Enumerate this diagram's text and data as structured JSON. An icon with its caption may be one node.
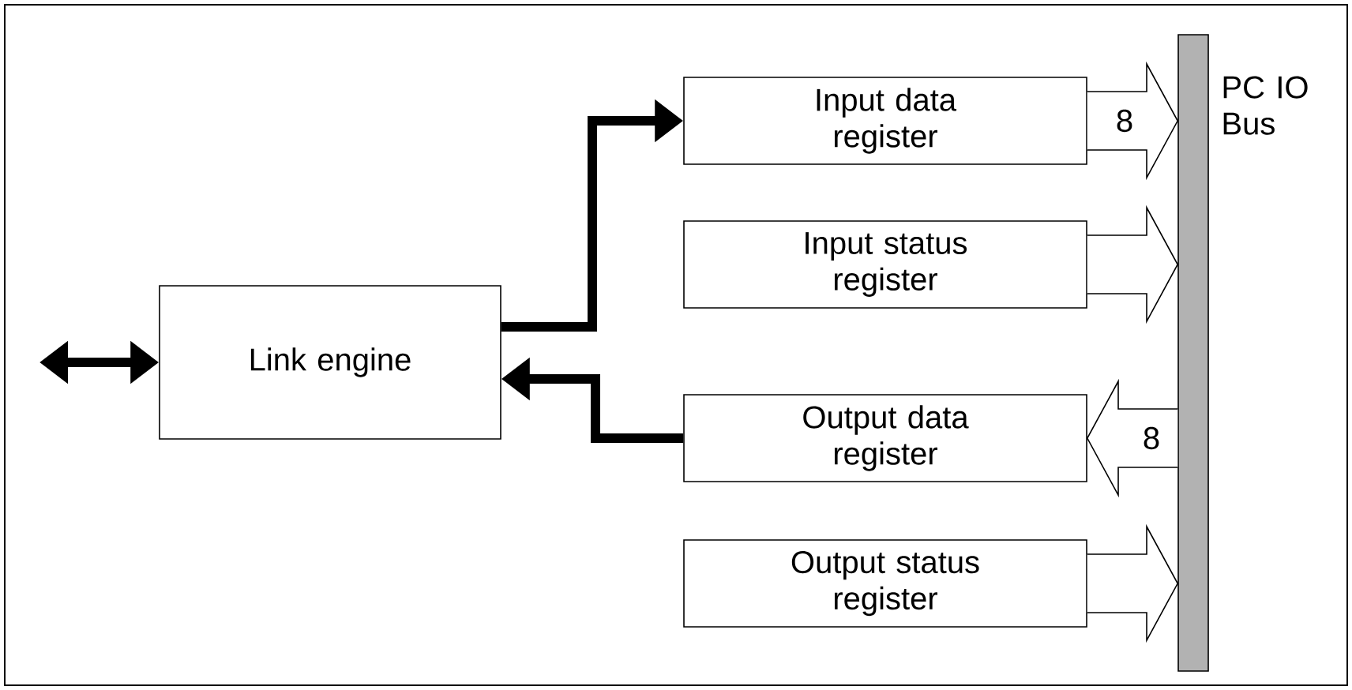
{
  "diagram": {
    "nodes": [
      {
        "text": [
          "Link engine"
        ]
      },
      {
        "text": [
          "Input data register"
        ]
      },
      {
        "text": [
          "Input status register"
        ]
      },
      {
        "text": [
          "Output data register"
        ]
      },
      {
        "text": [
          "Output status register"
        ]
      },
      {
        "text": [
          "PC IO Bus"
        ]
      }
    ],
    "edges": [
      {
        "from": null,
        "to": 0,
        "arrow": "both"
      },
      {
        "from": 0,
        "to": 1,
        "arrow": "to"
      },
      {
        "from": 3,
        "to": 0,
        "arrow": "to"
      },
      {
        "from": 1,
        "to": 5,
        "arrow": "to",
        "label": "8"
      },
      {
        "from": 2,
        "to": 5,
        "arrow": "to"
      },
      {
        "from": 5,
        "to": 3,
        "arrow": "to",
        "label": "8"
      },
      {
        "from": 4,
        "to": 5,
        "arrow": "to"
      }
    ]
  }
}
